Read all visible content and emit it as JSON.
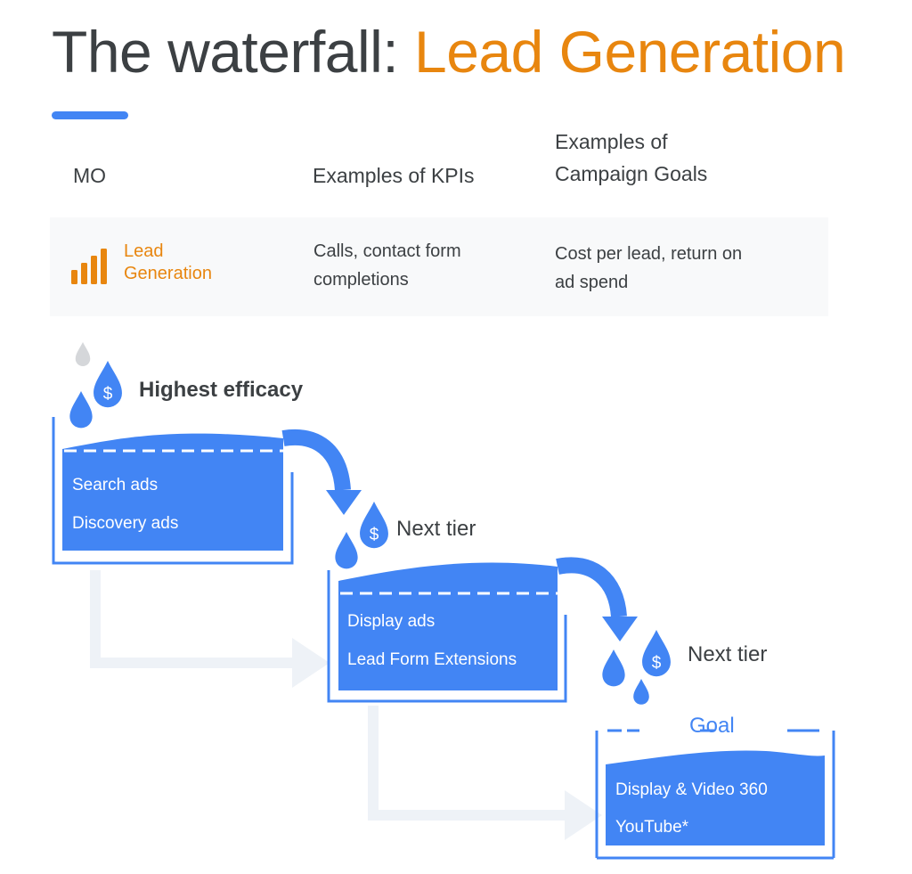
{
  "title": {
    "main": "The waterfall: ",
    "accent": "Lead Generation"
  },
  "table": {
    "headers": {
      "mo": "MO",
      "kpis": "Examples of KPIs",
      "goals_line1": "Examples of",
      "goals_line2": "Campaign Goals"
    },
    "row": {
      "mo_line1": "Lead",
      "mo_line2": "Generation",
      "mo_icon": "bar-chart-icon",
      "kpis_line1": "Calls, contact form",
      "kpis_line2": "completions",
      "goals_line1": "Cost per lead, return on",
      "goals_line2": "ad spend"
    }
  },
  "tiers": [
    {
      "label": "Highest efficacy",
      "items": [
        "Search ads",
        "Discovery ads"
      ]
    },
    {
      "label": "Next tier",
      "items": [
        "Display ads",
        "Lead Form Extensions"
      ]
    },
    {
      "label": "Next tier",
      "items": [
        "Display & Video 360",
        "YouTube*"
      ]
    }
  ],
  "goal_label": "Goal",
  "colors": {
    "blue": "#4285f4",
    "orange": "#e8860f",
    "text": "#3c4043",
    "row_bg": "#f8f9fa",
    "faint_arrow": "#eef2f7",
    "gray_drop": "#d5d7da"
  }
}
